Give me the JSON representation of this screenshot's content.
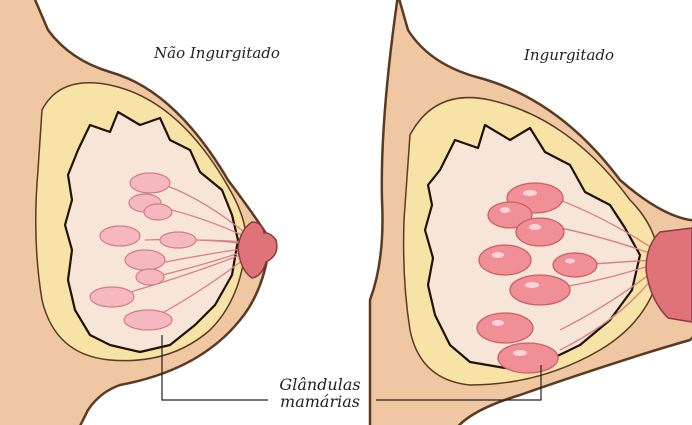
{
  "panels": {
    "left": {
      "title": "Não Ingurgitado"
    },
    "right": {
      "title": "Ingurgitado"
    }
  },
  "callout": {
    "line1": "Glândulas",
    "line2": "mamárias"
  },
  "colors": {
    "skin": "#EFC7A2",
    "outline": "#5A3A22",
    "fat": "#F7E3A6",
    "tissue": "#F7E5D8",
    "gland_normal": "#F4B8BE",
    "gland_engorged": "#F08F96",
    "nipple": "#E0737A",
    "duct": "#D9808A"
  }
}
